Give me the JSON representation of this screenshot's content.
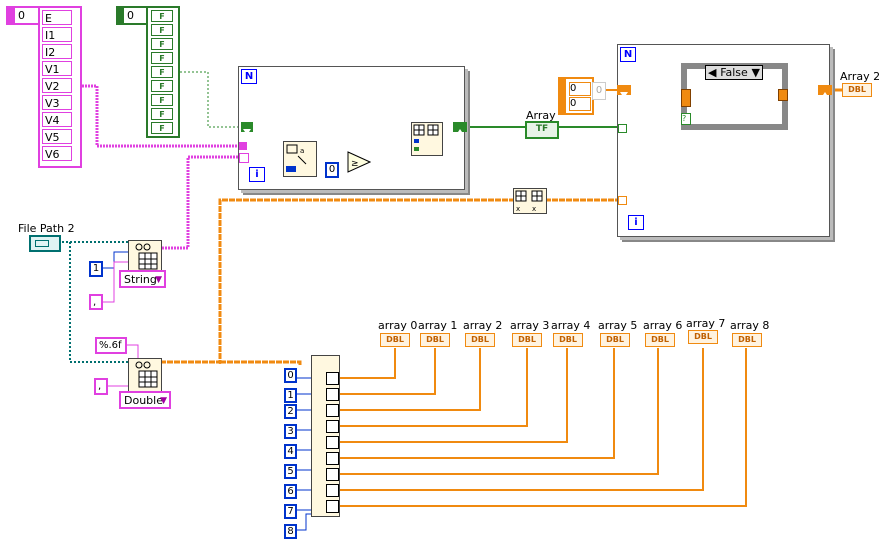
{
  "cluster_control": {
    "index": "0",
    "items": [
      "E",
      "I1",
      "I2",
      "V1",
      "V2",
      "V3",
      "V4",
      "V5",
      "V6"
    ]
  },
  "bool_array_control": {
    "index": "0",
    "items": [
      "F",
      "F",
      "F",
      "F",
      "F",
      "F",
      "F",
      "F",
      "F"
    ]
  },
  "labels": {
    "file_path": "File Path 2",
    "array": "Array",
    "array_2": "Array 2",
    "array_n": [
      "array 0",
      "array 1",
      "array 2",
      "array 3",
      "array 4",
      "array 5",
      "array 6",
      "array 7",
      "array 8"
    ]
  },
  "loop_n": "N",
  "loop_i": "i",
  "constants": {
    "one": "1",
    "zero": "0",
    "comma_1": ",",
    "comma_2": ",",
    "format": "%.6f",
    "index_constants": [
      "0",
      "1",
      "2",
      "3",
      "4",
      "5",
      "6",
      "7",
      "8"
    ],
    "outer_index_0": "0",
    "outer_index_1": "0",
    "outer_gray_index": "0"
  },
  "rings": {
    "string_ring": "String",
    "double_ring": "Double"
  },
  "case_selector": "False",
  "indicator_types": {
    "tf": "TF",
    "dbl": "DBL"
  },
  "colors": {
    "string_wire": "#e040e0",
    "dbl_wire": "#f08a10",
    "bool_wire": "#2a8a2a",
    "path_wire": "#007070",
    "int_constant": "#0033cc"
  }
}
